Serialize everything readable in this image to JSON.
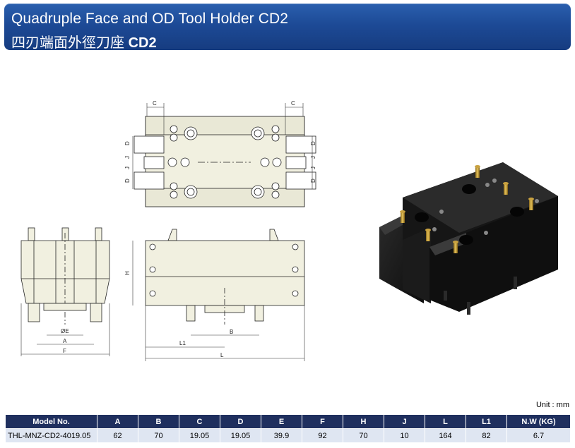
{
  "header": {
    "title_en": "Quadruple Face and OD Tool Holder CD2",
    "title_zh": "四刃端面外徑刀座",
    "title_code": "CD2"
  },
  "drawing_labels": {
    "top_view": {
      "c_left": "C",
      "c_right": "C",
      "d": "D",
      "j": "J"
    },
    "front_view": {
      "e": "ØE",
      "a": "A",
      "f": "F"
    },
    "side_view": {
      "h": "H",
      "b": "B",
      "l1": "L1",
      "l": "L"
    }
  },
  "unit": "Unit : mm",
  "spec_table": {
    "columns": [
      "Model No.",
      "A",
      "B",
      "C",
      "D",
      "E",
      "F",
      "H",
      "J",
      "L",
      "L1",
      "N.W (KG)"
    ],
    "rows": [
      [
        "THL-MNZ-CD2-4019.05",
        "62",
        "70",
        "19.05",
        "19.05",
        "39.9",
        "92",
        "70",
        "10",
        "164",
        "82",
        "6.7"
      ]
    ]
  },
  "colors": {
    "banner": "#1d4a96",
    "table_header": "#1f2f5e",
    "table_row": "#dfe6f2",
    "part_fill": "#f1f0e0"
  }
}
